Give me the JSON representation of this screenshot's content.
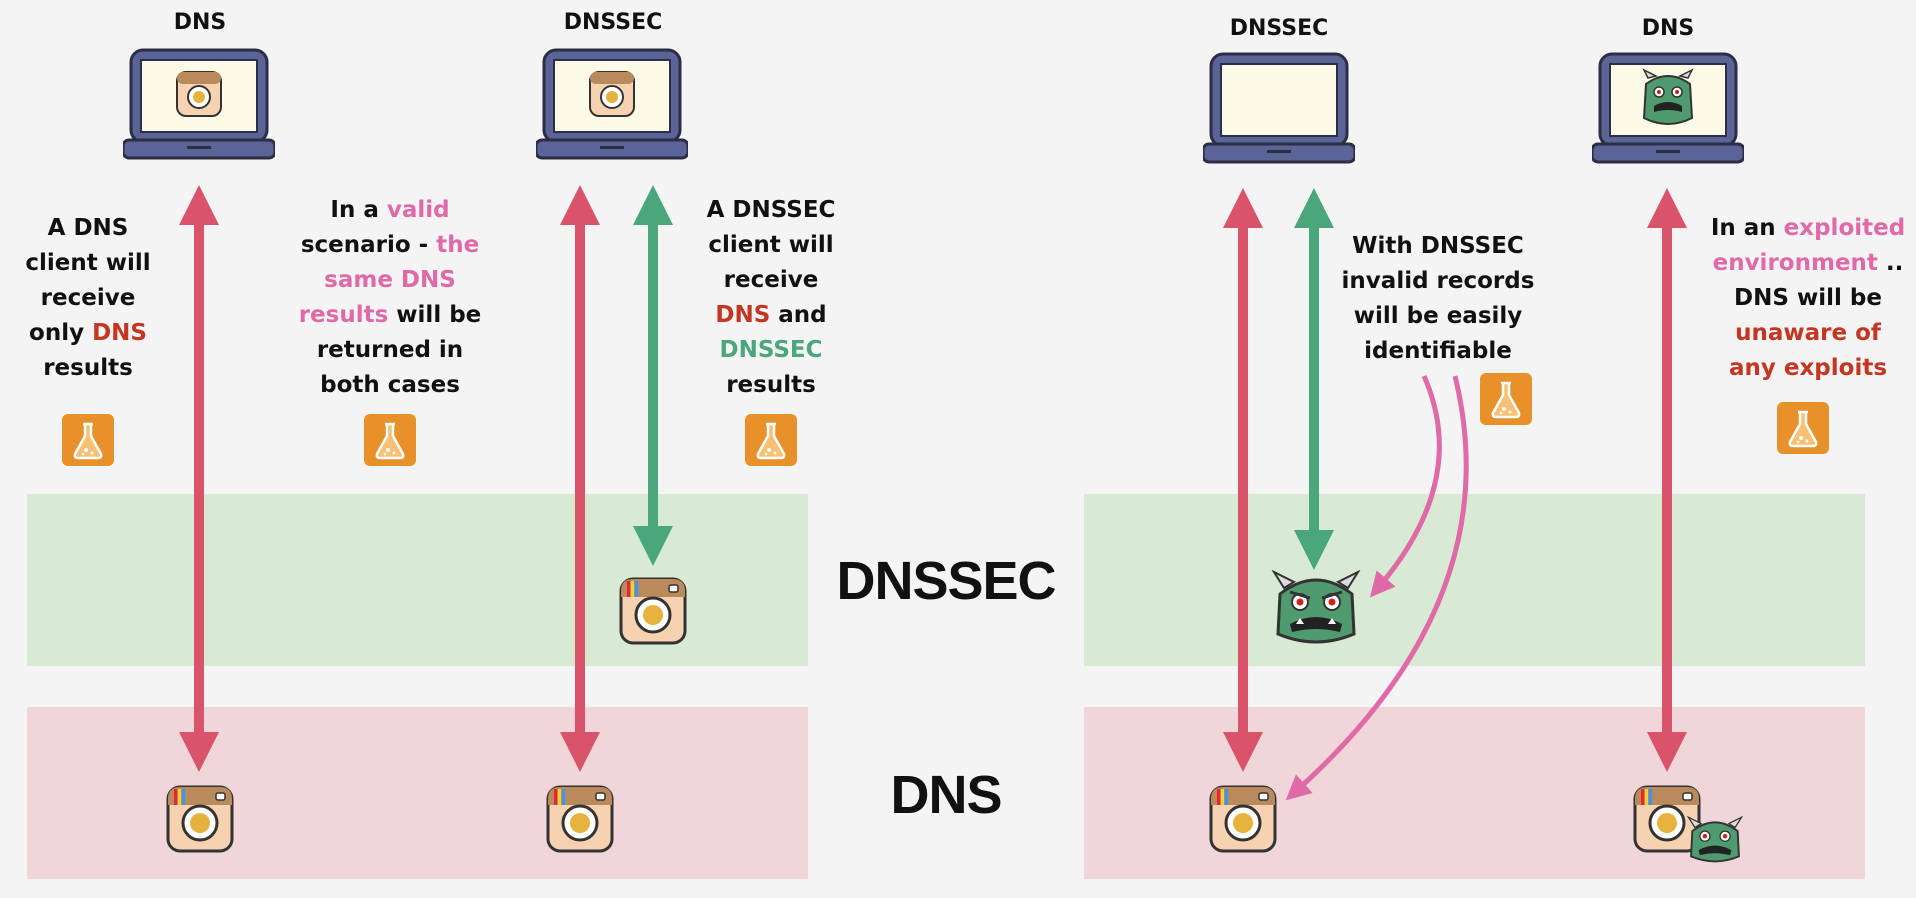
{
  "layers": {
    "dnssec_label": "DNSSEC",
    "dns_label": "DNS"
  },
  "columns": {
    "left_dns": {
      "title": "DNS"
    },
    "left_dnssec": {
      "title": "DNSSEC"
    },
    "right_dnssec": {
      "title": "DNSSEC"
    },
    "right_dns": {
      "title": "DNS"
    }
  },
  "descriptions": {
    "d1": {
      "p1": "A DNS",
      "p2": "client will",
      "p3": "receive",
      "p4": "only ",
      "p4_hl": "DNS",
      "p5": "results"
    },
    "d2": {
      "p1a": "In a ",
      "p1_hl": "valid",
      "p2a": "scenario - ",
      "p2_hl": "the",
      "p3_hl": "same DNS",
      "p4_hl": "results",
      "p4b": " will be",
      "p5": "returned in",
      "p6": "both cases"
    },
    "d3": {
      "p1": "A DNSSEC",
      "p2": "client will",
      "p3": "receive",
      "p4_hl": "DNS",
      "p4b": " and",
      "p5_hl": "DNSSEC",
      "p6": "results"
    },
    "d4": {
      "p1": "With DNSSEC",
      "p2": "invalid records",
      "p3": "will be easily",
      "p4": "identifiable"
    },
    "d5": {
      "p1a": "In an ",
      "p1_hl": "exploited",
      "p2_hl": "environment",
      "p2b": " ..",
      "p3": "DNS will be",
      "p4_hl": "unaware of",
      "p5_hl": "any exploits"
    }
  },
  "colors": {
    "arrow_red": "#d9546a",
    "arrow_green": "#4aa67b",
    "arrow_pink": "#e06aa8",
    "band_green": "#d9ead4",
    "band_red": "#f0d6d8"
  },
  "icons": [
    "laptop-icon",
    "instagram-icon",
    "flask-icon",
    "monster-icon"
  ]
}
